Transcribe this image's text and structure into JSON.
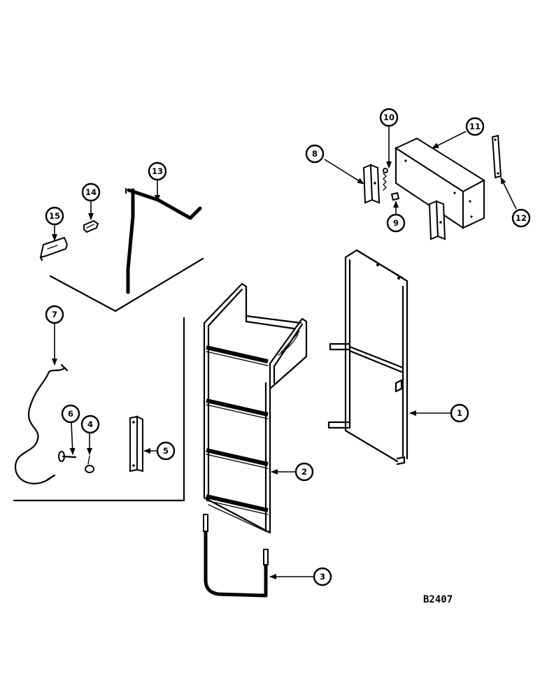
{
  "callouts": [
    {
      "id": "c1",
      "label": "1"
    },
    {
      "id": "c2",
      "label": "2"
    },
    {
      "id": "c3",
      "label": "3"
    },
    {
      "id": "c4",
      "label": "4"
    },
    {
      "id": "c5",
      "label": "5"
    },
    {
      "id": "c6",
      "label": "6"
    },
    {
      "id": "c7",
      "label": "7"
    },
    {
      "id": "c8",
      "label": "8"
    },
    {
      "id": "c9",
      "label": "9"
    },
    {
      "id": "c10",
      "label": "10"
    },
    {
      "id": "c11",
      "label": "11"
    },
    {
      "id": "c12",
      "label": "12"
    },
    {
      "id": "c13",
      "label": "13"
    },
    {
      "id": "c14",
      "label": "14"
    },
    {
      "id": "c15",
      "label": "15"
    }
  ],
  "reference_code": "B2407"
}
